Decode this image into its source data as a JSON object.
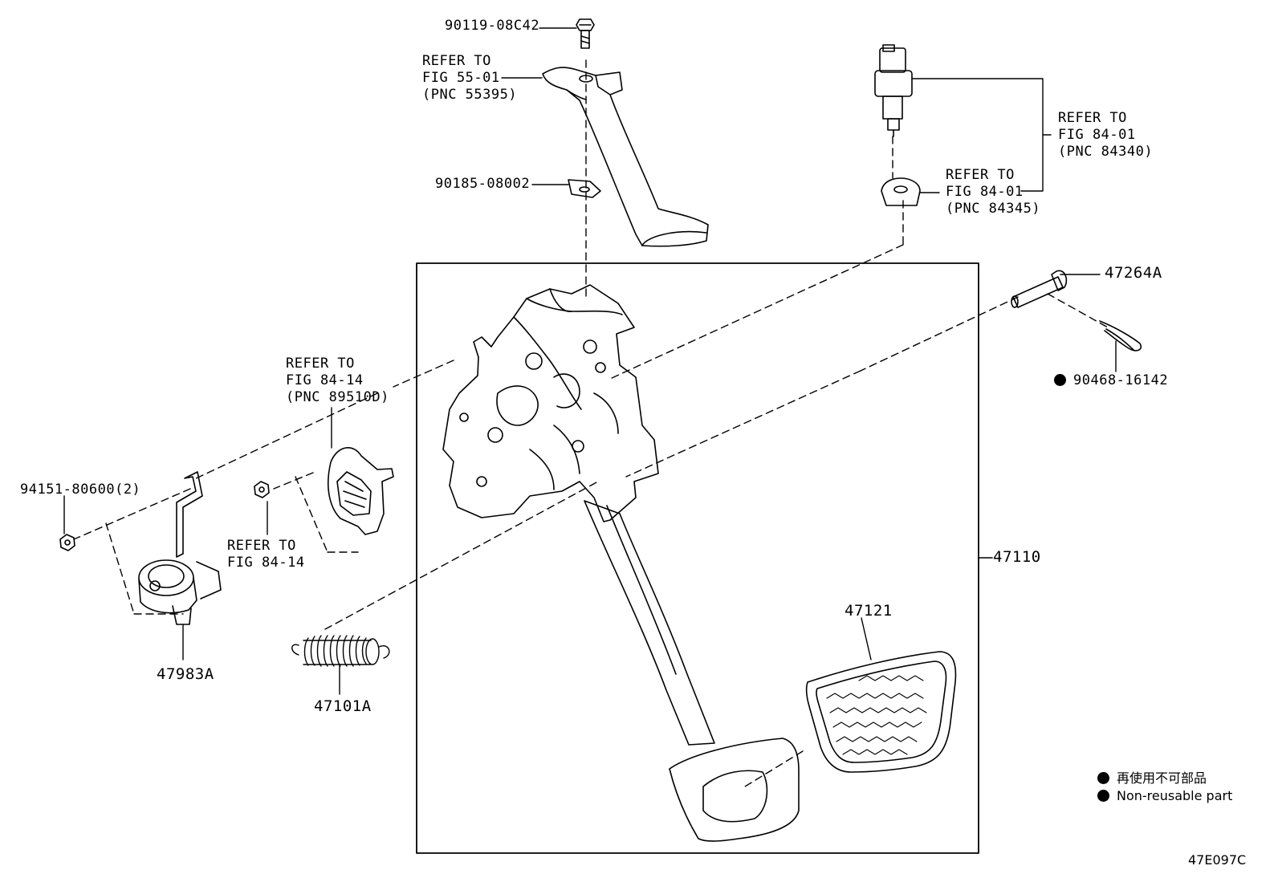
{
  "diagram": {
    "figure_code": "47E097C",
    "refer_55_01": {
      "line1": "REFER TO",
      "line2": "FIG 55-01",
      "line3": "(PNC 55395)"
    },
    "refer_84_01_a": {
      "line1": "REFER TO",
      "line2": "FIG 84-01",
      "line3": "(PNC 84340)"
    },
    "refer_84_01_b": {
      "line1": "REFER TO",
      "line2": "FIG 84-01",
      "line3": "(PNC 84345)"
    },
    "refer_84_14_a": {
      "line1": "REFER TO",
      "line2": "FIG 84-14",
      "line3": "(PNC 89510D)"
    },
    "refer_84_14_b": {
      "line1": "REFER TO",
      "line2": "FIG 84-14"
    },
    "parts": {
      "p90119": "90119-08C42",
      "p90185": "90185-08002",
      "p94151": "94151-80600(2)",
      "p47264A": "47264A",
      "p90468": "90468-16142",
      "p47110": "47110",
      "p47121": "47121",
      "p47983A": "47983A",
      "p47101A": "47101A"
    },
    "legend": {
      "jp": "再使用不可部品",
      "en": "Non-reusable part"
    }
  }
}
